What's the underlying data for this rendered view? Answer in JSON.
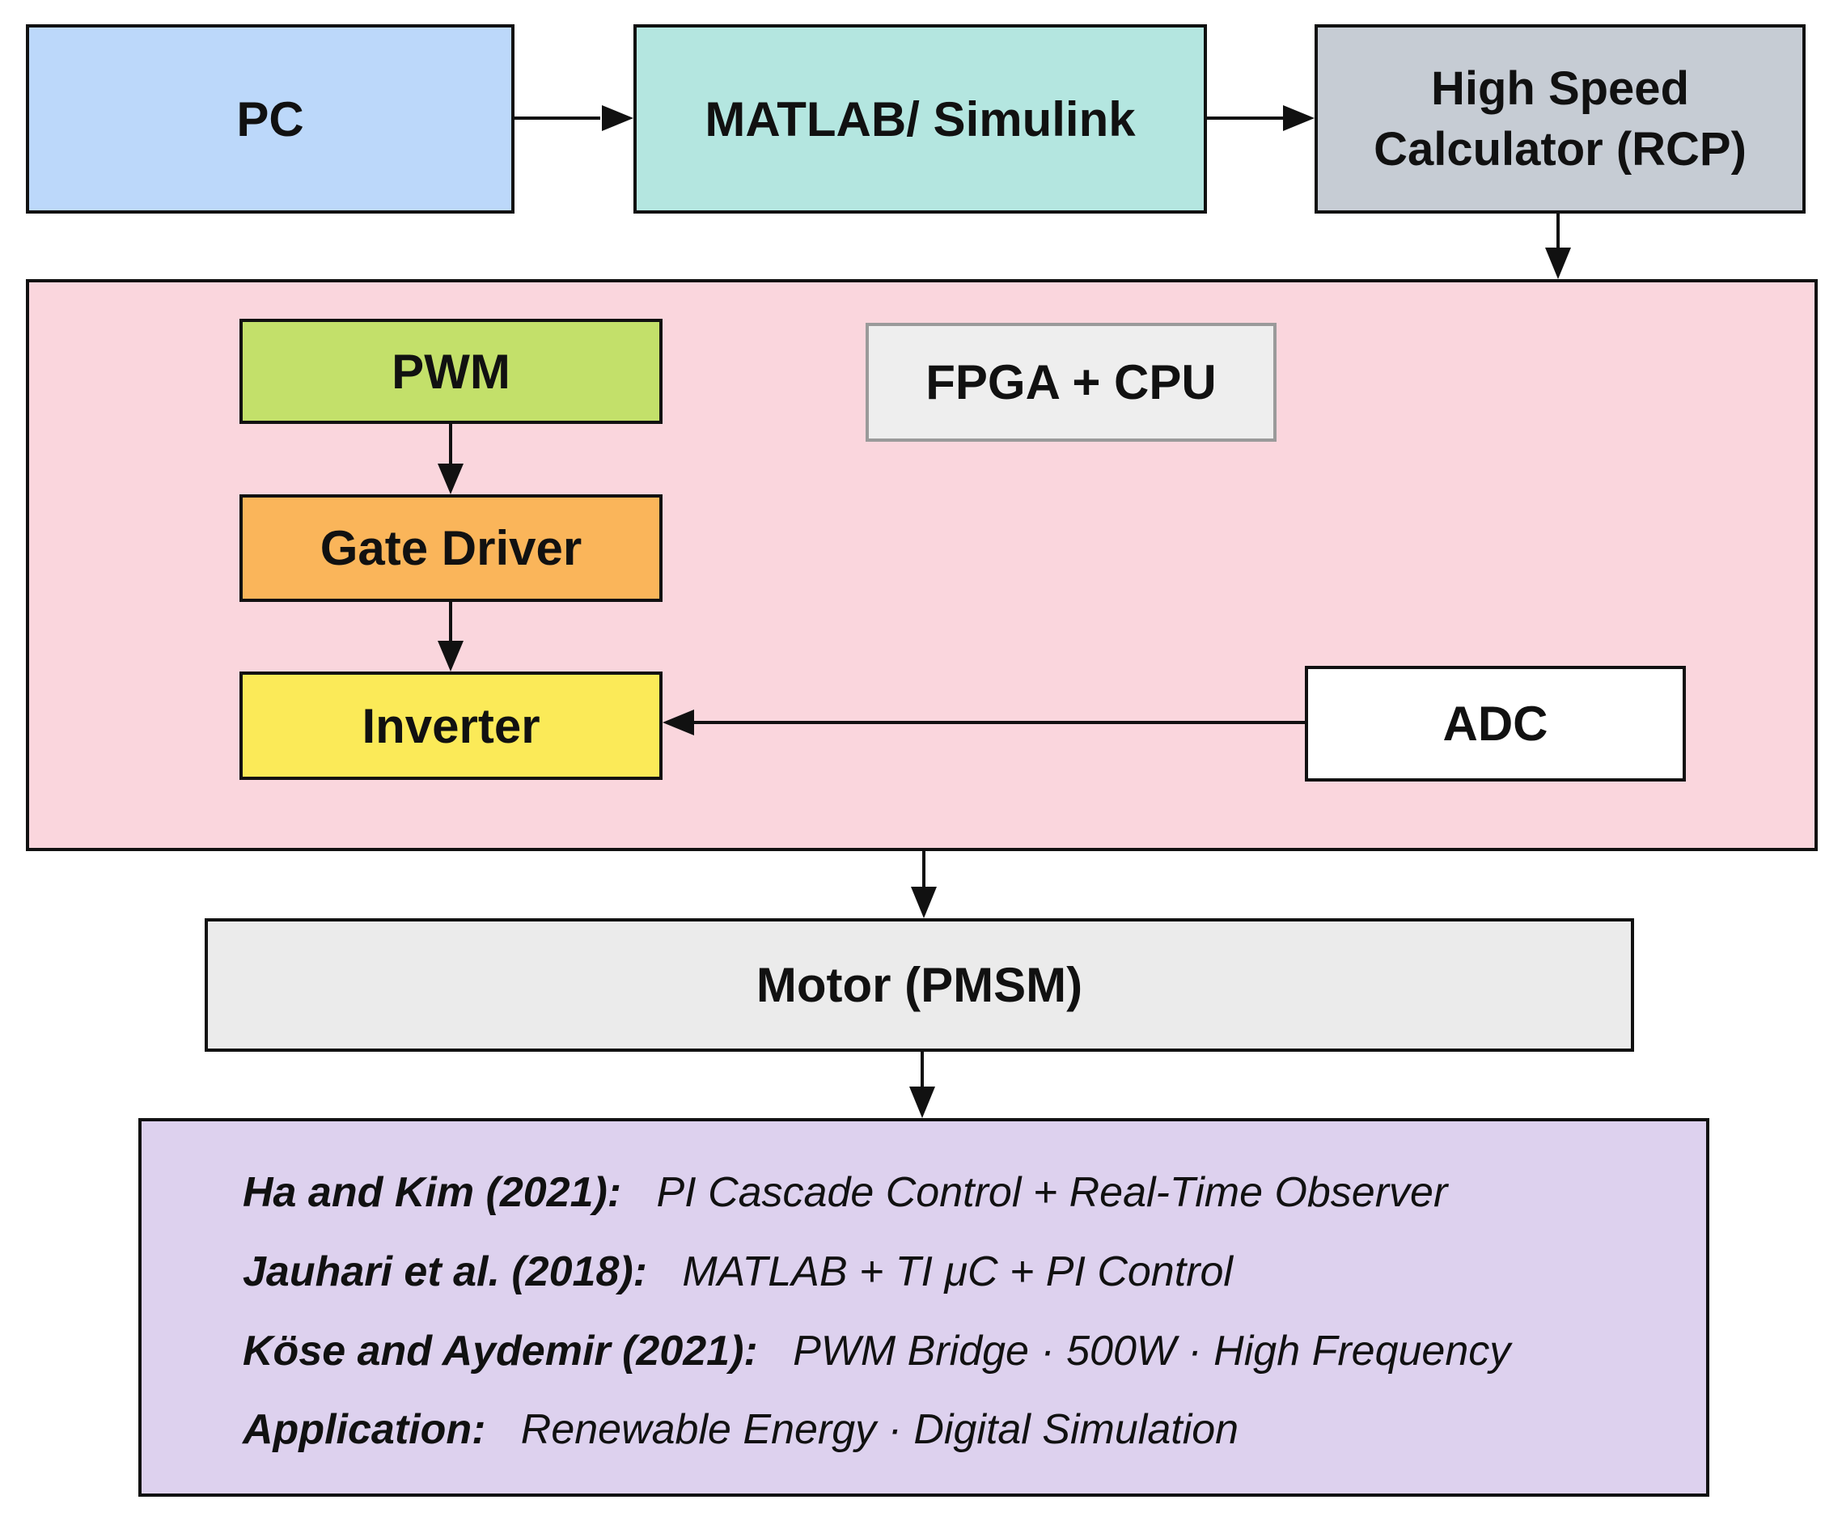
{
  "blocks": {
    "pc": "PC",
    "matlab": "MATLAB/ Simulink",
    "rcp_line1": "High Speed",
    "rcp_line2": "Calculator (RCP)",
    "pwm": "PWM",
    "fpga": "FPGA + CPU",
    "gate_driver": "Gate Driver",
    "inverter": "Inverter",
    "adc": "ADC",
    "motor": "Motor (PMSM)"
  },
  "colors": {
    "pc": "#bcd8fa",
    "matlab": "#b4e6e0",
    "rcp": "#c6ccd4",
    "controller": "#fad6dd",
    "pwm": "#c3e06a",
    "gate_driver": "#fab55a",
    "inverter": "#fbea58",
    "fpga": "#eeeeee",
    "adc": "#ffffff",
    "motor": "#ebebeb",
    "references": "#ddd1ee"
  },
  "references": [
    {
      "label": "Ha and Kim (2021):",
      "text": "PI Cascade Control + Real-Time Observer"
    },
    {
      "label": "Jauhari et al. (2018):",
      "text": "MATLAB + TI μC + PI Control"
    },
    {
      "label": "Köse and Aydemir (2021):",
      "text": "PWM Bridge · 500W · High Frequency"
    },
    {
      "label": "Application:",
      "text": "Renewable Energy · Digital Simulation"
    }
  ]
}
